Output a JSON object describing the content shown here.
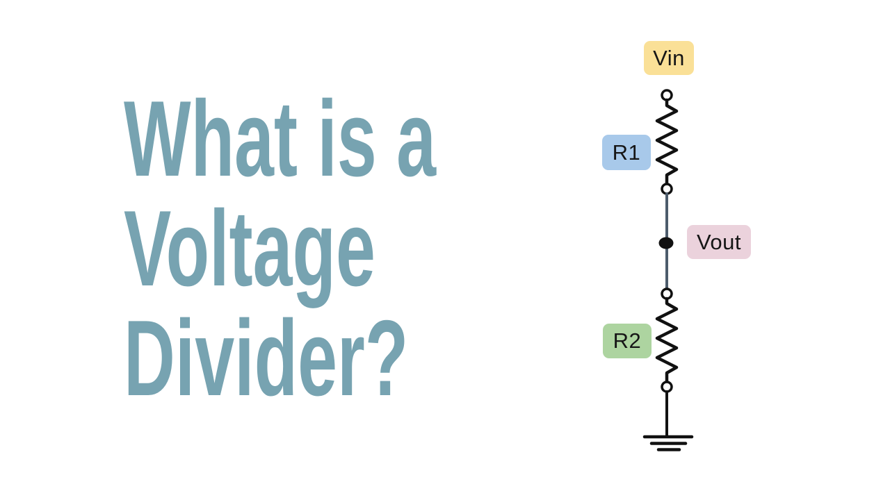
{
  "slide": {
    "background": "#FFFFFF"
  },
  "title": {
    "lines": {
      "0": "What is a",
      "1": "Voltage",
      "2": "Divider?"
    },
    "color": "#77A3B1"
  },
  "circuit": {
    "labels": {
      "vin": {
        "text": "Vin",
        "bg": "#FAE097"
      },
      "r1": {
        "text": "R1",
        "bg": "#A8C9EA"
      },
      "vout": {
        "text": "Vout",
        "bg": "#EBD2DC"
      },
      "r2": {
        "text": "R2",
        "bg": "#ADD4A0"
      }
    },
    "nodes": {
      "top_terminal": "Vin terminal",
      "middle_node": "Vout tap point between R1 and R2",
      "bottom": "ground"
    },
    "colors": {
      "symbol": "#111111",
      "wire": "#4D5C6C"
    }
  }
}
